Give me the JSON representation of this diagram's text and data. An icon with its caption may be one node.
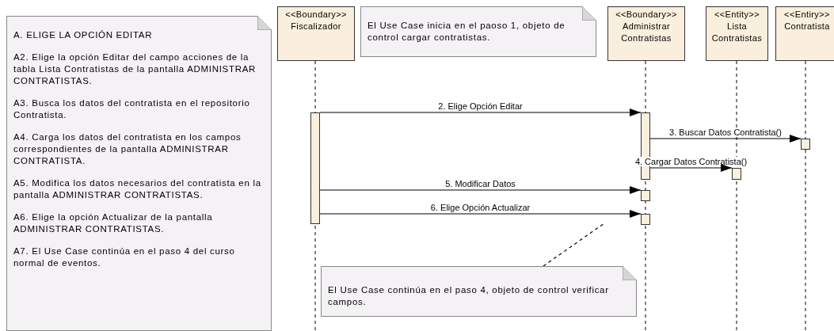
{
  "diagram": {
    "nodes": [
      {
        "text": [
          "A. ELIGE LA OPCIÓN EDITAR",
          "A2. Elige la opción Editar del campo acciones de la tabla Lista Contratistas de la pantalla ADMINISTRAR CONTRATISTAS.",
          "A3. Busca los datos del contratista en el repositorio Contratista.",
          "A4. Carga los datos del contratista en los campos correspondientes de la pantalla ADMINISTRAR CONTRATISTA.",
          "A5. Modifica los datos necesarios del contratista en la pantalla ADMINISTRAR CONTRATISTAS.",
          "A6. Elige la opción Actualizar de la pantalla ADMINISTRAR CONTRATISTAS.",
          "A7. El Use Case continúa en el paso 4 del curso normal de eventos."
        ]
      },
      {
        "text": [
          "<<Boundary>>",
          "Fiscalizador"
        ]
      },
      {
        "text": [
          "El Use Case inicia en el paoso 1, objeto de control cargar contratistas."
        ]
      },
      {
        "text": [
          "<<Boundary>>",
          "Administrar Contratistas"
        ]
      },
      {
        "text": [
          "<<Entity>>",
          "Lista Contratistas"
        ]
      },
      {
        "text": [
          "<<Entiry>>",
          "Contratista"
        ]
      },
      {
        "text": [
          "El Use Case continúa en el paso 4, objeto de control verificar campos."
        ]
      },
      {
        "text": [],
        "shape": "bar"
      },
      {
        "text": [],
        "shape": "bar"
      },
      {
        "text": [],
        "shape": "bar"
      },
      {
        "text": [],
        "shape": "bar"
      },
      {
        "text": [],
        "shape": "bar"
      },
      {
        "text": [],
        "shape": "bar"
      }
    ],
    "edges": [
      {
        "from": 7,
        "to": 8,
        "arrow": "to",
        "label": "2. Elige Opción Editar"
      },
      {
        "from": 8,
        "to": 9,
        "arrow": "to",
        "label": "3. Buscar Datos Contratista()"
      },
      {
        "from": 8,
        "to": 10,
        "arrow": "to",
        "label": "4. Cargar Datos Contratista()"
      },
      {
        "from": 7,
        "to": 11,
        "arrow": "to",
        "label": "5. Modificar Datos"
      },
      {
        "from": 7,
        "to": 12,
        "arrow": "to",
        "label": "6. Elige Opción Actualizar"
      },
      {
        "from": 6,
        "to": null,
        "arrow": "none",
        "style": "dashed"
      }
    ]
  }
}
